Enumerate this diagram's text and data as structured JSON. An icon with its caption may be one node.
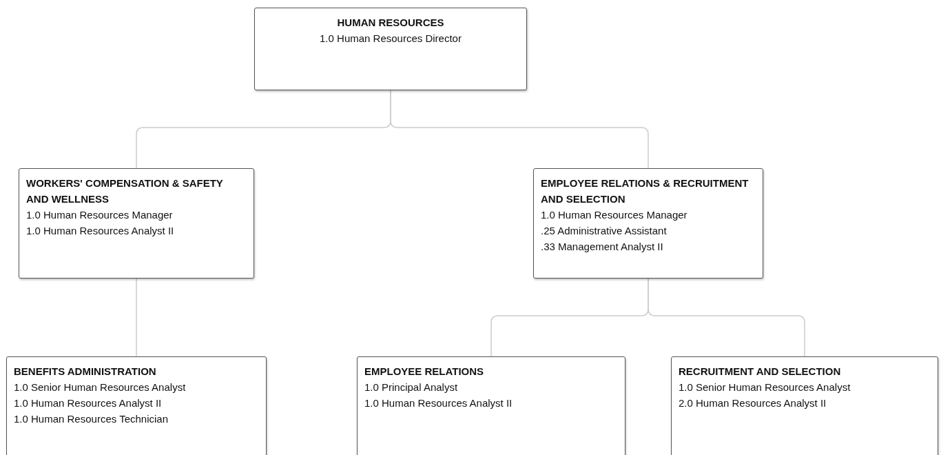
{
  "diagram": {
    "nodes": [
      {
        "text": [
          "HUMAN RESOURCES",
          "1.0 Human Resources Director"
        ]
      },
      {
        "text": [
          "WORKERS' COMPENSATION & SAFETY AND WELLNESS",
          "1.0 Human Resources Manager",
          "1.0 Human Resources Analyst II"
        ]
      },
      {
        "text": [
          "EMPLOYEE RELATIONS & RECRUITMENT AND SELECTION",
          "1.0 Human Resources Manager",
          ".25 Administrative Assistant",
          ".33 Management Analyst II"
        ]
      },
      {
        "text": [
          "BENEFITS ADMINISTRATION",
          "1.0 Senior Human Resources Analyst",
          "1.0 Human Resources Analyst II",
          "1.0 Human Resources Technician"
        ]
      },
      {
        "text": [
          "EMPLOYEE RELATIONS",
          "1.0 Principal Analyst",
          "1.0 Human Resources Analyst II"
        ]
      },
      {
        "text": [
          "RECRUITMENT AND SELECTION",
          "1.0 Senior Human Resources Analyst",
          "2.0 Human Resources Analyst II"
        ]
      }
    ],
    "edges": [
      {
        "from": 0,
        "to": 1,
        "arrow": "none"
      },
      {
        "from": 0,
        "to": 2,
        "arrow": "none"
      },
      {
        "from": 1,
        "to": 3,
        "arrow": "none"
      },
      {
        "from": 2,
        "to": 4,
        "arrow": "none"
      },
      {
        "from": 2,
        "to": 5,
        "arrow": "none"
      }
    ]
  }
}
